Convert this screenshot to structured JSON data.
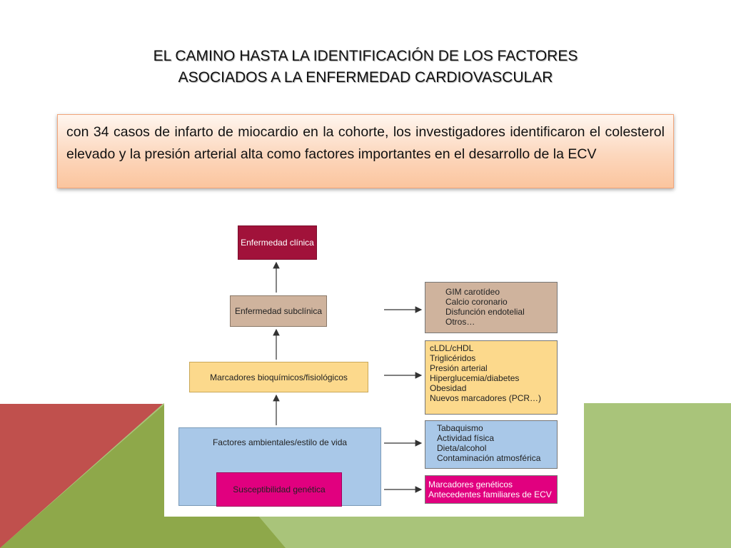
{
  "slide": {
    "title_line1": "EL CAMINO HASTA LA IDENTIFICACIÓN DE LOS FACTORES",
    "title_line2": "ASOCIADOS A LA ENFERMEDAD CARDIOVASCULAR",
    "callout": "con 34 casos de infarto de miocardio en la cohorte, los investigadores identificaron el colesterol elevado y la presión arterial alta como factores importantes en el desarrollo de la ECV"
  },
  "diagram": {
    "clinical": "Enfermedad clínica",
    "subclinical": "Enfermedad subclínica",
    "markers": "Marcadores bioquímicos/fisiológicos",
    "environment": "Factores ambientales/estilo de vida",
    "genetic": "Susceptibilidad genética",
    "subclinical_list": [
      "GIM carotídeo",
      "Calcio coronario",
      "Disfunción endotelial",
      "Otros…"
    ],
    "markers_list": [
      "cLDL/cHDL",
      "Triglicéridos",
      "Presión arterial",
      "Hiperglucemia/diabetes",
      "Obesidad",
      "Nuevos marcadores (PCR…)"
    ],
    "environment_list": [
      "Tabaquismo",
      "Actividad física",
      "Dieta/alcohol",
      "Contaminación atmosférica"
    ],
    "genetic_list": [
      "Marcadores genéticos",
      "Antecedentes familiares de ECV"
    ]
  },
  "colors": {
    "clinical": "#a1123a",
    "subclinical": "#cfb39d",
    "markers": "#fcd98c",
    "environment": "#a9c8e8",
    "genetic": "#e1007f",
    "decor_red": "#c0504d",
    "decor_green": "#9bbb59"
  }
}
